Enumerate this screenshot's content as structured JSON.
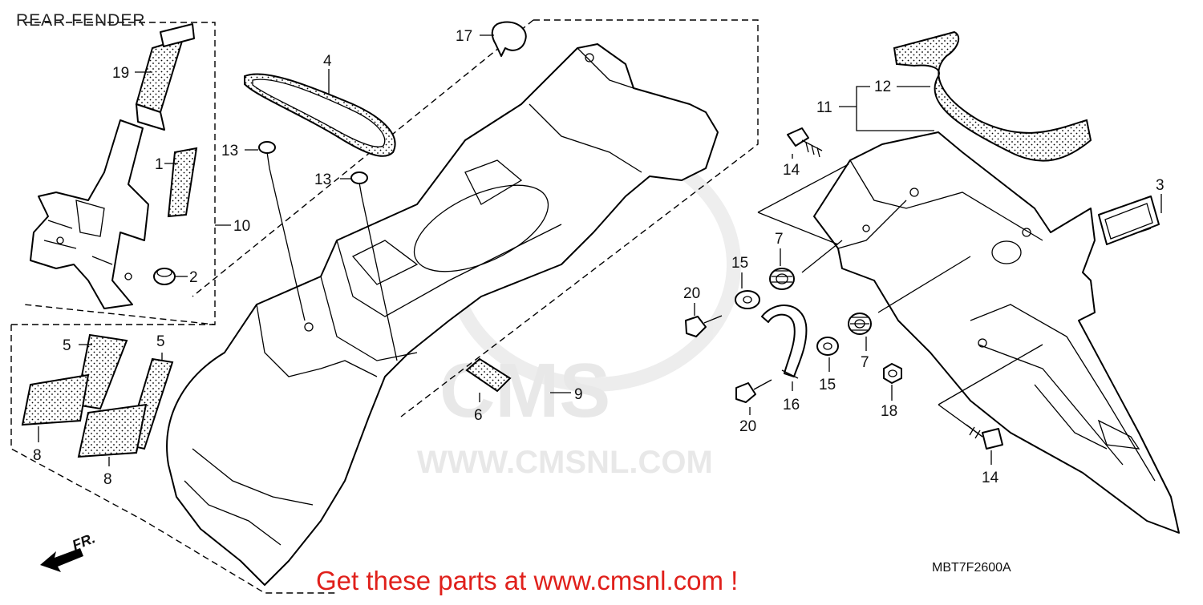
{
  "title": "REAR FENDER",
  "diagram_code": "MBT7F2600A",
  "promo_text": "Get these parts at www.cmsnl.com !",
  "direction_label": "FR.",
  "watermark": {
    "logo_text": "CMS",
    "url_text": "WWW.CMSNL.COM"
  },
  "callouts": [
    {
      "id": "c17",
      "label": "17"
    },
    {
      "id": "c19",
      "label": "19"
    },
    {
      "id": "c4",
      "label": "4"
    },
    {
      "id": "c1",
      "label": "1"
    },
    {
      "id": "c10",
      "label": "10"
    },
    {
      "id": "c2",
      "label": "2"
    },
    {
      "id": "c13a",
      "label": "13"
    },
    {
      "id": "c13b",
      "label": "13"
    },
    {
      "id": "c5a",
      "label": "5"
    },
    {
      "id": "c5b",
      "label": "5"
    },
    {
      "id": "c8a",
      "label": "8"
    },
    {
      "id": "c8b",
      "label": "8"
    },
    {
      "id": "c6",
      "label": "6"
    },
    {
      "id": "c9",
      "label": "9"
    },
    {
      "id": "c11",
      "label": "11"
    },
    {
      "id": "c12",
      "label": "12"
    },
    {
      "id": "c14a",
      "label": "14"
    },
    {
      "id": "c14b",
      "label": "14"
    },
    {
      "id": "c3",
      "label": "3"
    },
    {
      "id": "c7a",
      "label": "7"
    },
    {
      "id": "c7b",
      "label": "7"
    },
    {
      "id": "c15a",
      "label": "15"
    },
    {
      "id": "c15b",
      "label": "15"
    },
    {
      "id": "c20a",
      "label": "20"
    },
    {
      "id": "c20b",
      "label": "20"
    },
    {
      "id": "c16",
      "label": "16"
    },
    {
      "id": "c18",
      "label": "18"
    }
  ]
}
